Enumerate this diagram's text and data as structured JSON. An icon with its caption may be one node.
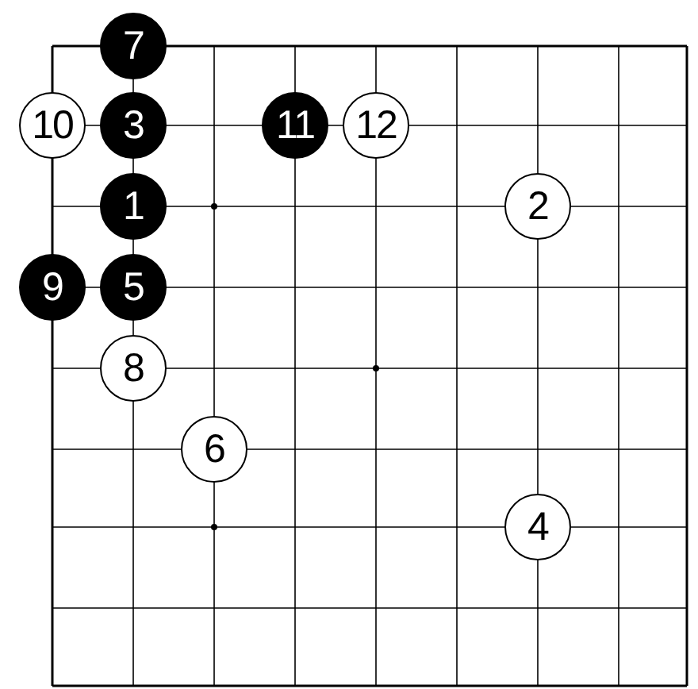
{
  "diagram": {
    "nodes": [
      {
        "text": [
          "7"
        ]
      },
      {
        "text": [
          "10"
        ]
      },
      {
        "text": [
          "3"
        ]
      },
      {
        "text": [
          "11"
        ]
      },
      {
        "text": [
          "12"
        ]
      },
      {
        "text": [
          "1"
        ]
      },
      {
        "text": [
          "2"
        ]
      },
      {
        "text": [
          "9"
        ]
      },
      {
        "text": [
          "5"
        ]
      },
      {
        "text": [
          "8"
        ]
      },
      {
        "text": [
          "6"
        ]
      },
      {
        "text": [
          "4"
        ]
      }
    ]
  }
}
